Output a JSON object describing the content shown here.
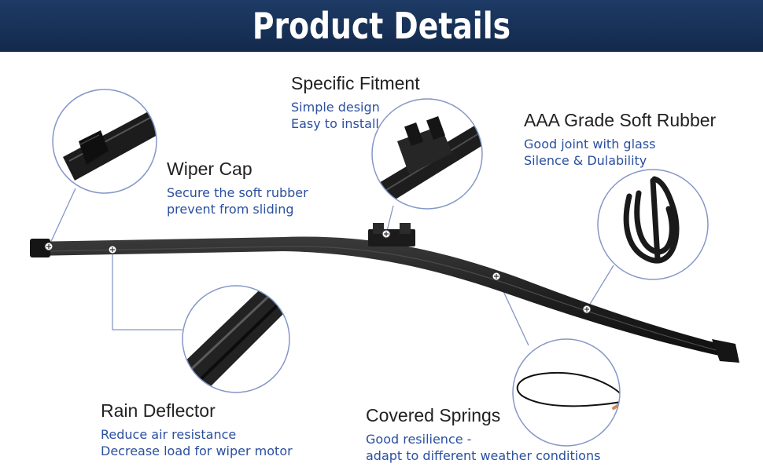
{
  "header": {
    "title": "Product Details"
  },
  "features": [
    {
      "id": "wiper-cap",
      "title": "Wiper Cap",
      "lines": [
        "Secure the soft rubber",
        "prevent from sliding"
      ]
    },
    {
      "id": "specific-fitment",
      "title": "Specific Fitment",
      "lines": [
        "Simple design",
        "Easy to install"
      ]
    },
    {
      "id": "soft-rubber",
      "title": "AAA Grade Soft Rubber",
      "lines": [
        "Good joint with glass",
        "Silence & Dulability"
      ]
    },
    {
      "id": "rain-deflector",
      "title": "Rain Deflector",
      "lines": [
        "Reduce air resistance",
        "Decrease load for wiper motor"
      ]
    },
    {
      "id": "covered-springs",
      "title": "Covered Springs",
      "lines": [
        "Good resilience -",
        "adapt to different weather conditions"
      ]
    }
  ],
  "colors": {
    "header_bg": "#1a365f",
    "accent_text": "#2a4fa0",
    "callout_line": "#7f93c4",
    "blade": "#1e1e1e"
  }
}
